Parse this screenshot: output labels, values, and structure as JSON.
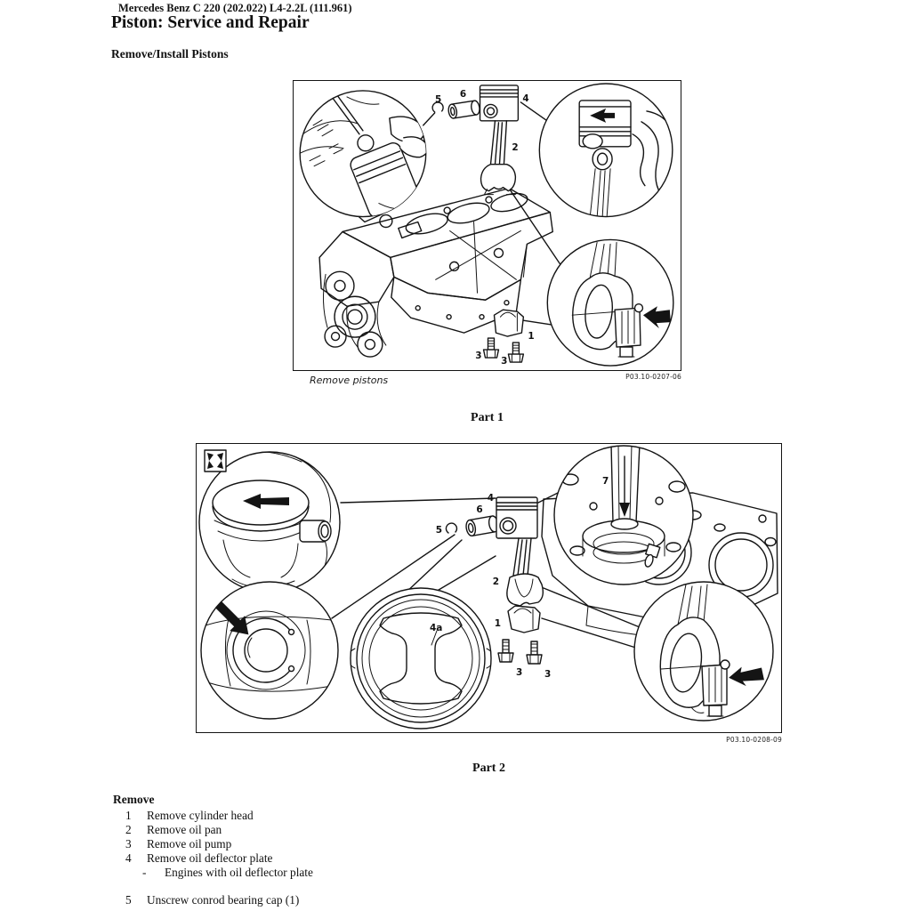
{
  "colors": {
    "ink": "#141414",
    "paper": "#ffffff"
  },
  "header": {
    "model_line": "Mercedes Benz C 220 (202.022) L4-2.2L (111.961)",
    "title": "Piston: Service and Repair",
    "subheading": "Remove/Install Pistons"
  },
  "figure1": {
    "caption": "Remove pistons",
    "code": "P03.10-0207-06",
    "part_label": "Part 1",
    "labels": {
      "bearing_cap": "1",
      "conrod": "2",
      "bolt_left": "3",
      "bolt_right": "3",
      "piston": "4",
      "snap_ring": "5",
      "piston_pin": "6"
    }
  },
  "figure2": {
    "code": "P03.10-0208-09",
    "part_label": "Part 2",
    "labels": {
      "bearing_cap": "1",
      "conrod": "2",
      "bolt_left": "3",
      "bolt_right": "3",
      "piston": "4",
      "piston_crown": "4a",
      "snap_ring": "5",
      "piston_pin": "6",
      "drift": "7"
    }
  },
  "remove_section": {
    "heading": "Remove",
    "steps": [
      {
        "num": "1",
        "text": "Remove cylinder head"
      },
      {
        "num": "2",
        "text": "Remove oil pan"
      },
      {
        "num": "3",
        "text": "Remove oil pump"
      },
      {
        "num": "4",
        "text": "Remove oil deflector plate"
      },
      {
        "num": "-",
        "text": "Engines with oil deflector plate"
      },
      {
        "num": "5",
        "text": "Unscrew conrod bearing cap (1)"
      }
    ]
  }
}
